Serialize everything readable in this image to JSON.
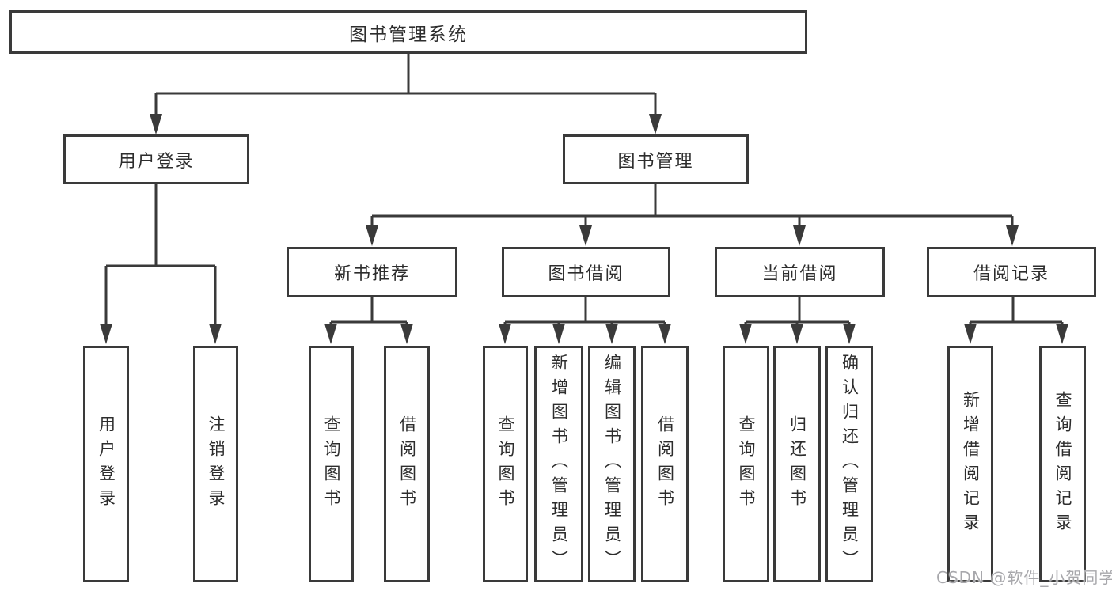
{
  "tree": {
    "root": {
      "label": "图书管理系统"
    },
    "branches": [
      {
        "label": "用户登录",
        "children": [
          {
            "label": "用户登录"
          },
          {
            "label": "注销登录"
          }
        ]
      },
      {
        "label": "图书管理",
        "children": [
          {
            "label": "新书推荐",
            "children": [
              {
                "label": "查询图书"
              },
              {
                "label": "借阅图书"
              }
            ]
          },
          {
            "label": "图书借阅",
            "children": [
              {
                "label": "查询图书"
              },
              {
                "label": "新增图书（管理员）"
              },
              {
                "label": "编辑图书（管理员）"
              },
              {
                "label": "借阅图书"
              }
            ]
          },
          {
            "label": "当前借阅",
            "children": [
              {
                "label": "查询图书"
              },
              {
                "label": "归还图书"
              },
              {
                "label": "确认归还（管理员）"
              }
            ]
          },
          {
            "label": "借阅记录",
            "children": [
              {
                "label": "新增借阅记录"
              },
              {
                "label": "查询借阅记录"
              }
            ]
          }
        ]
      }
    ]
  },
  "watermark": {
    "text": "CSDN @软件_小贺同学"
  },
  "colors": {
    "line": "#3a3a3a",
    "border": "#3a3a3a",
    "text": "#2d2d2d",
    "watermark": "#a8a8ac",
    "background": "#ffffff"
  }
}
